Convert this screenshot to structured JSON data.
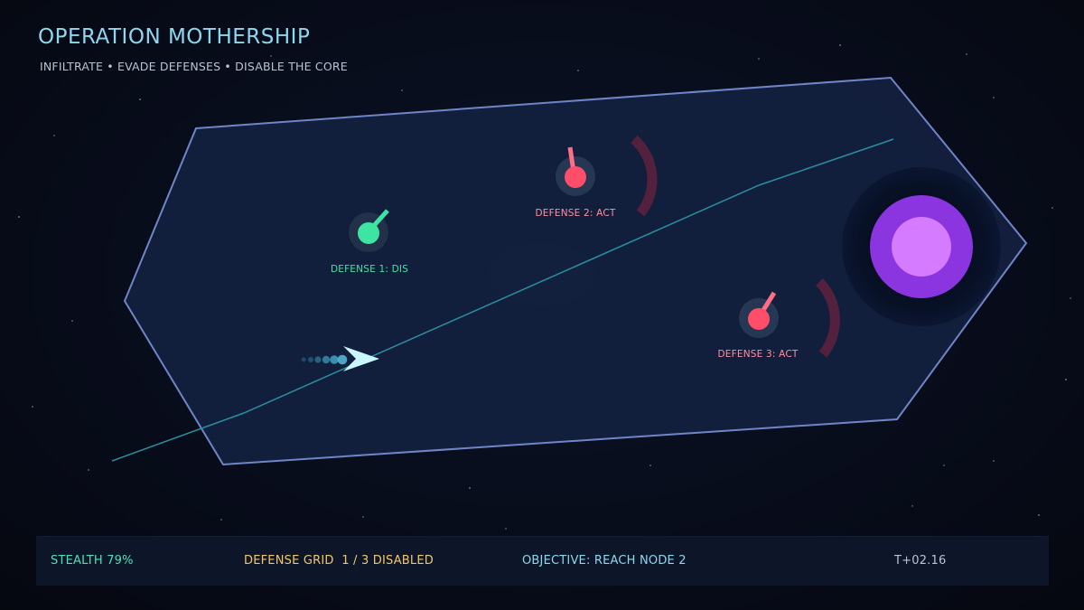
{
  "header": {
    "title": "OPERATION MOTHERSHIP",
    "subtitle": "INFILTRATE • EVADE DEFENSES • DISABLE THE CORE"
  },
  "defenses": [
    {
      "label": "DEFENSE 1: DIS",
      "state": "disabled",
      "color": "#3ee5a2"
    },
    {
      "label": "DEFENSE 2: ACT",
      "state": "active",
      "color": "#ff4d6a"
    },
    {
      "label": "DEFENSE 3: ACT",
      "state": "active",
      "color": "#ff4d6a"
    }
  ],
  "core": {
    "outer_color": "#8a35e0",
    "inner_color": "#d47bff"
  },
  "hud": {
    "stealth": "STEALTH 79%",
    "defense_grid": "DEFENSE GRID  1 / 3 DISABLED",
    "objective": "OBJECTIVE: REACH NODE 2",
    "timer": "T+02.16"
  },
  "colors": {
    "hull_fill": "#14213f",
    "hull_stroke": "#6f85c8",
    "route": "#2a8fa0",
    "player": "#c9f6ff",
    "title": "#8fd6ef"
  }
}
